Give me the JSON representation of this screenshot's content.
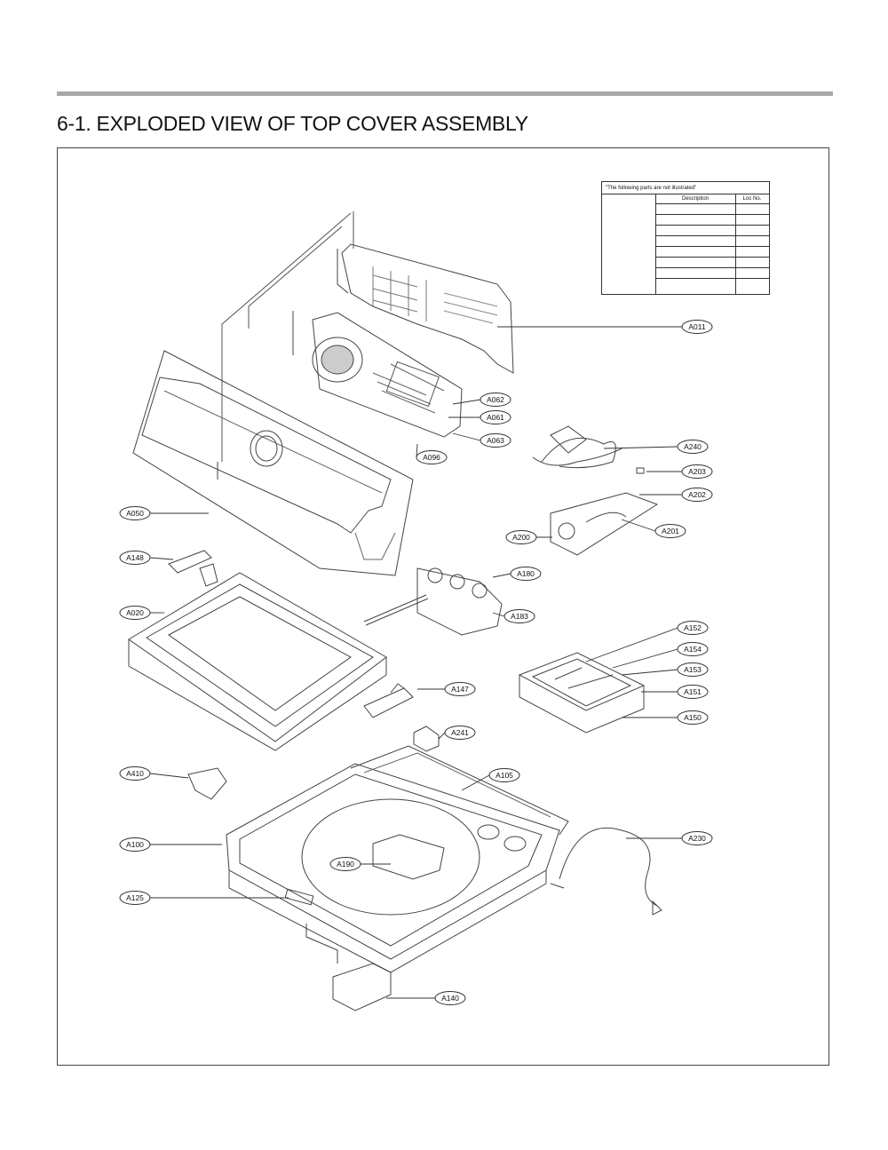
{
  "title": "6-1. EXPLODED VIEW OF TOP COVER ASSEMBLY",
  "note_table": {
    "title": "\"The following parts are not illustrated\"",
    "headers": [
      "Description",
      "Loc No."
    ]
  },
  "callouts": [
    {
      "id": "A011",
      "label": "A011"
    },
    {
      "id": "A062",
      "label": "A062"
    },
    {
      "id": "A061",
      "label": "A061"
    },
    {
      "id": "A063",
      "label": "A063"
    },
    {
      "id": "A096",
      "label": "A096"
    },
    {
      "id": "A240",
      "label": "A240"
    },
    {
      "id": "A203",
      "label": "A203"
    },
    {
      "id": "A202",
      "label": "A202"
    },
    {
      "id": "A201",
      "label": "A201"
    },
    {
      "id": "A200",
      "label": "A200"
    },
    {
      "id": "A050",
      "label": "A050"
    },
    {
      "id": "A148",
      "label": "A148"
    },
    {
      "id": "A180",
      "label": "A180"
    },
    {
      "id": "A183",
      "label": "A183"
    },
    {
      "id": "A020",
      "label": "A020"
    },
    {
      "id": "A152",
      "label": "A152"
    },
    {
      "id": "A154",
      "label": "A154"
    },
    {
      "id": "A153",
      "label": "A153"
    },
    {
      "id": "A151",
      "label": "A151"
    },
    {
      "id": "A150",
      "label": "A150"
    },
    {
      "id": "A147",
      "label": "A147"
    },
    {
      "id": "A241",
      "label": "A241"
    },
    {
      "id": "A410",
      "label": "A410"
    },
    {
      "id": "A105",
      "label": "A105"
    },
    {
      "id": "A100",
      "label": "A100"
    },
    {
      "id": "A230",
      "label": "A230"
    },
    {
      "id": "A190",
      "label": "A190"
    },
    {
      "id": "A125",
      "label": "A125"
    },
    {
      "id": "A140",
      "label": "A140"
    }
  ]
}
